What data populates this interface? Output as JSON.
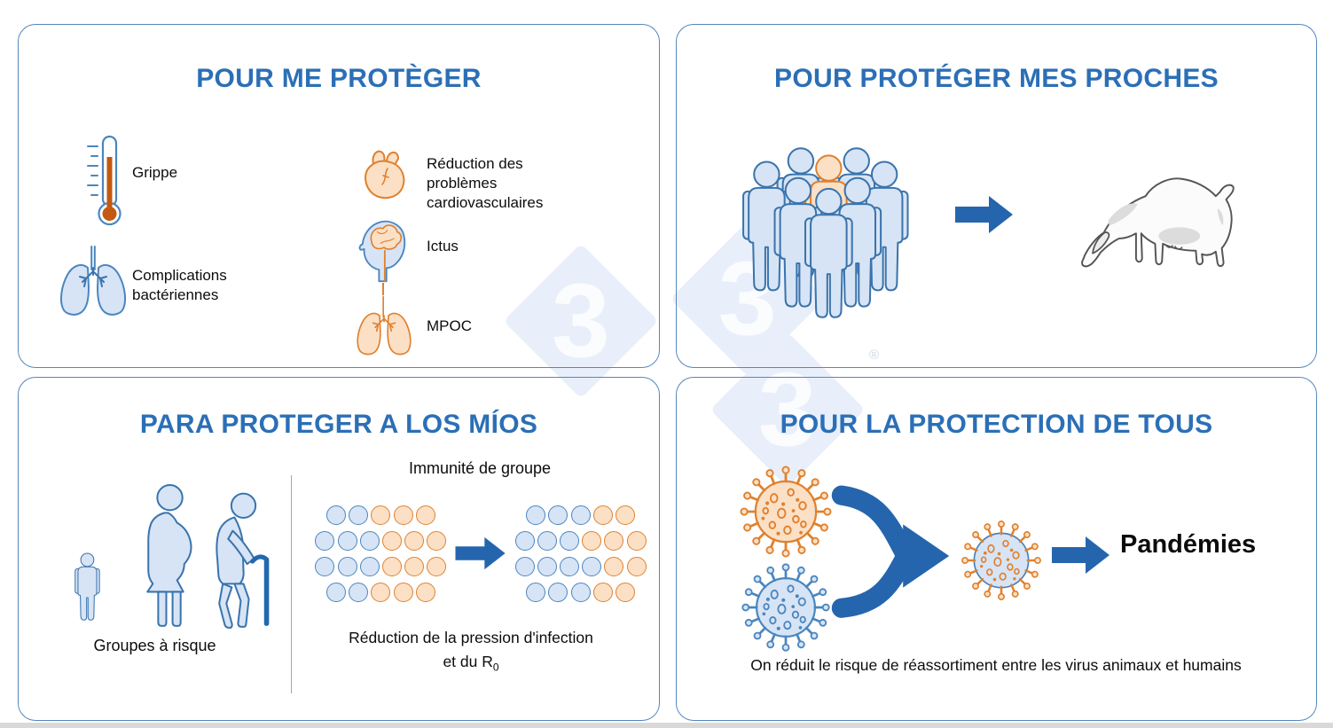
{
  "colors": {
    "accent_blue": "#2b6fb6",
    "panel_border": "#5588bb",
    "arrow_blue": "#2565ae",
    "blue_fill": "#d7e4f5",
    "blue_stroke": "#4a86c0",
    "blue_dark": "#3a74ad",
    "orange_fill": "#fbe0c6",
    "orange_stroke": "#e0812f",
    "mercury": "#c45911",
    "cane": "#2268ae",
    "divider": "#9aa7b5",
    "watermark_fill": "#e9effa",
    "watermark_glyph": "#fbfcfe",
    "bottom_strip": "#d9d9d9"
  },
  "watermark": {
    "digit": "3",
    "registered": "®"
  },
  "panels": {
    "protect_me": {
      "title": "POUR ME PROTÈGER",
      "items": [
        {
          "icon": "thermometer-icon",
          "label": "Grippe"
        },
        {
          "icon": "lungs-icon",
          "label": "Complications bactériennes"
        },
        {
          "icon": "heart-icon",
          "label": "Réduction des problèmes cardiovasculaires"
        },
        {
          "icon": "head-brain-icon",
          "label": "Ictus"
        },
        {
          "icon": "lungs-copd-icon",
          "label": "MPOC"
        }
      ]
    },
    "protect_family": {
      "title": "POUR PROTÉGER MES PROCHES"
    },
    "protect_mine": {
      "title": "PARA PROTEGER A LOS MÍOS",
      "risk_label": "Groupes à risque",
      "immunity_title": "Immunité de groupe",
      "caption_line1": "Réduction de la pression d'infection",
      "caption_line2": "et du R",
      "caption_subscript": "0",
      "herd_before": [
        [
          "b",
          "b",
          "o",
          "o",
          "o"
        ],
        [
          "b",
          "b",
          "b",
          "o",
          "o",
          "o"
        ],
        [
          "b",
          "b",
          "b",
          "o",
          "o",
          "o"
        ],
        [
          "b",
          "b",
          "o",
          "o",
          "o"
        ]
      ],
      "herd_after": [
        [
          "b",
          "b",
          "b",
          "o",
          "o"
        ],
        [
          "b",
          "b",
          "b",
          "o",
          "o",
          "o"
        ],
        [
          "b",
          "b",
          "b",
          "b",
          "o",
          "o"
        ],
        [
          "b",
          "b",
          "b",
          "o",
          "o"
        ]
      ]
    },
    "protect_all": {
      "title": "POUR LA PROTECTION DE TOUS",
      "pandemics_label": "Pandémies",
      "caption": "On réduit le risque de réassortiment entre les virus animaux et humains"
    }
  }
}
